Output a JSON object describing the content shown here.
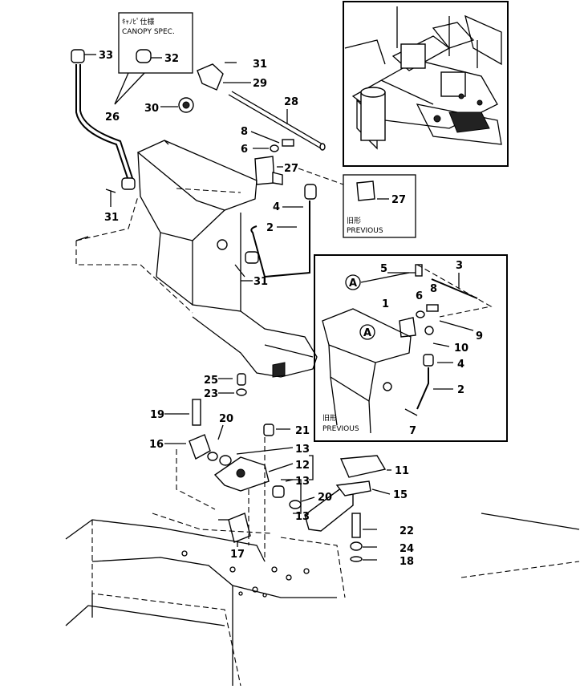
{
  "callouts": {
    "c1": "1",
    "c2a": "2",
    "c2b": "2",
    "c3": "3",
    "c4a": "4",
    "c4b": "4",
    "c5": "5",
    "c6a": "6",
    "c6b": "6",
    "c7": "7",
    "c8a": "8",
    "c8b": "8",
    "c9": "9",
    "c10": "10",
    "c11": "11",
    "c12": "12",
    "c13a": "13",
    "c13b": "13",
    "c13c": "13",
    "c15": "15",
    "c16": "16",
    "c17": "17",
    "c18": "18",
    "c19": "19",
    "c20a": "20",
    "c20b": "20",
    "c21": "21",
    "c22": "22",
    "c23": "23",
    "c24": "24",
    "c25": "25",
    "c26": "26",
    "c27a": "27",
    "c27b": "27",
    "c28": "28",
    "c29": "29",
    "c30": "30",
    "c31a": "31",
    "c31b": "31",
    "c31c": "31",
    "c32": "32",
    "c33": "33"
  },
  "labels": {
    "canopy_jp": "ｷｬﾉﾋﾟ仕様",
    "canopy_en": "CANOPY SPEC.",
    "prev1_jp": "旧形",
    "prev1_en": "PREVIOUS",
    "prev2_jp": "旧形",
    "prev2_en": "PREVIOUS",
    "ref_a1": "A",
    "ref_a2": "A"
  }
}
